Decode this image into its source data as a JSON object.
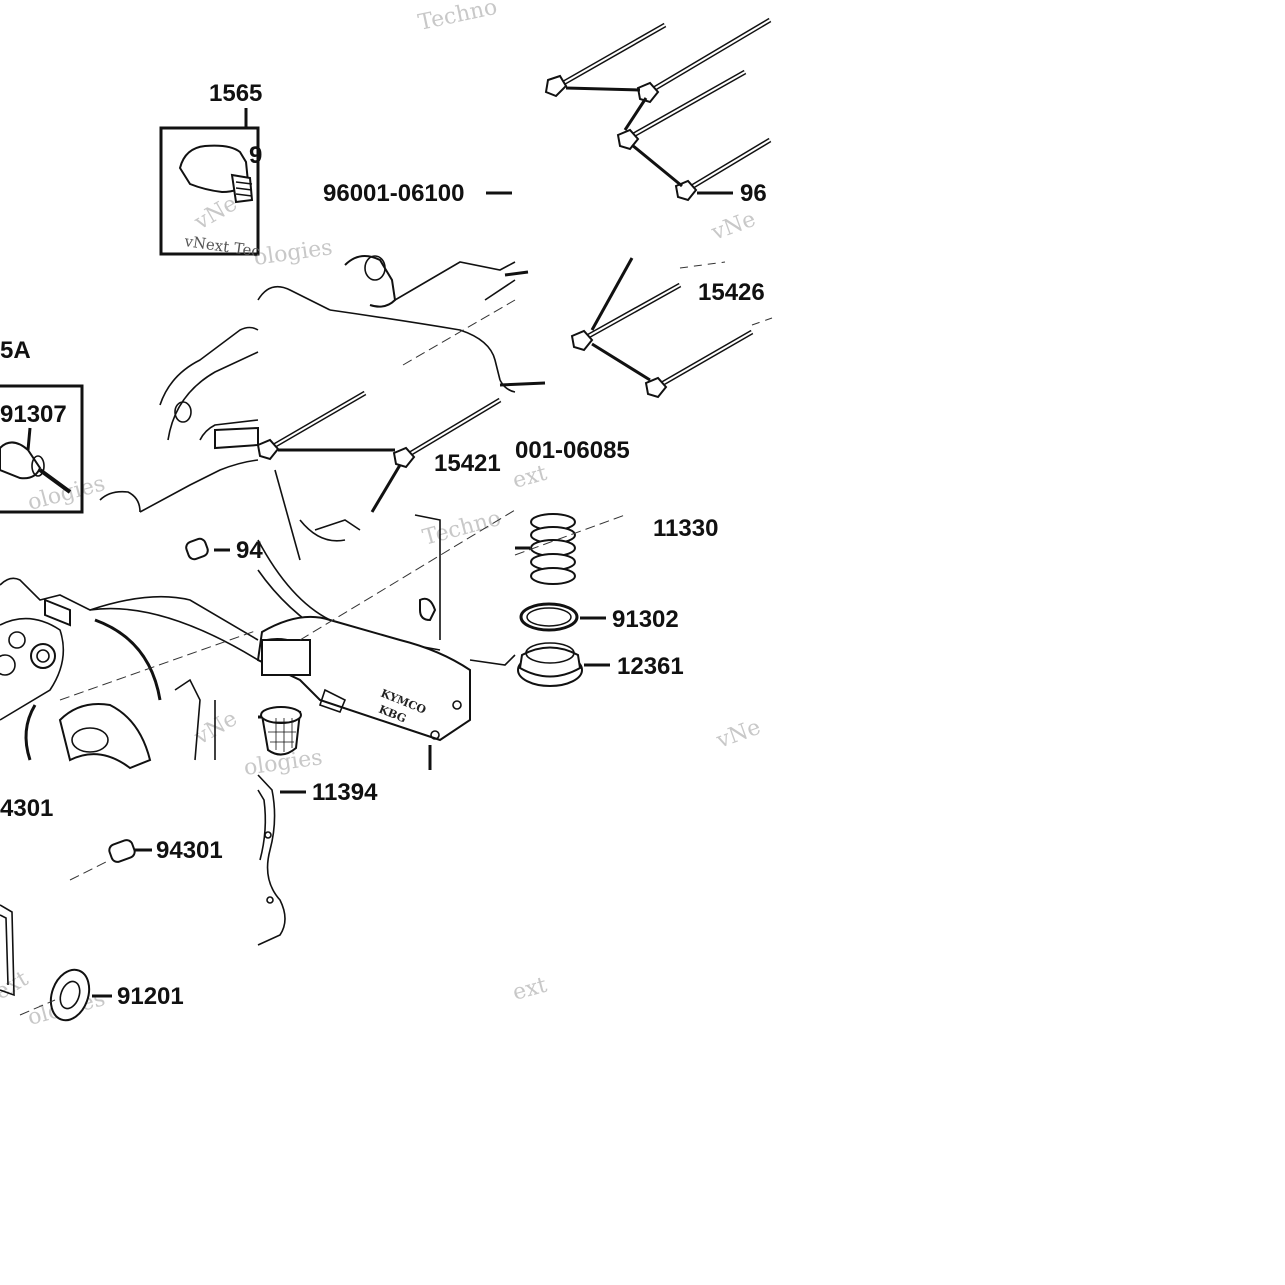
{
  "diagram": {
    "labels": {
      "l1565": "1565",
      "l9_partial": "9",
      "l96001_06100": "96001-06100",
      "l96_partial": "96",
      "l15426": "15426",
      "l5A": "5A",
      "l91307": "91307",
      "l15421": "15421",
      "l001_06085": "001-06085",
      "l11330": "11330",
      "l94_partial": "94",
      "l91302": "91302",
      "l12361": "12361",
      "l4301_partial": "4301",
      "l11394": "11394",
      "l94301": "94301",
      "l91201": "91201"
    },
    "watermarks": {
      "technol": "Techno",
      "vnext_tec": "vNext Tec",
      "hnologies": "hnologies",
      "vnext": "vNe",
      "next": "ext",
      "technologies_small": "ologies"
    },
    "crankcase_text": {
      "kymco": "KYMCO",
      "kbg": "KBG"
    }
  }
}
